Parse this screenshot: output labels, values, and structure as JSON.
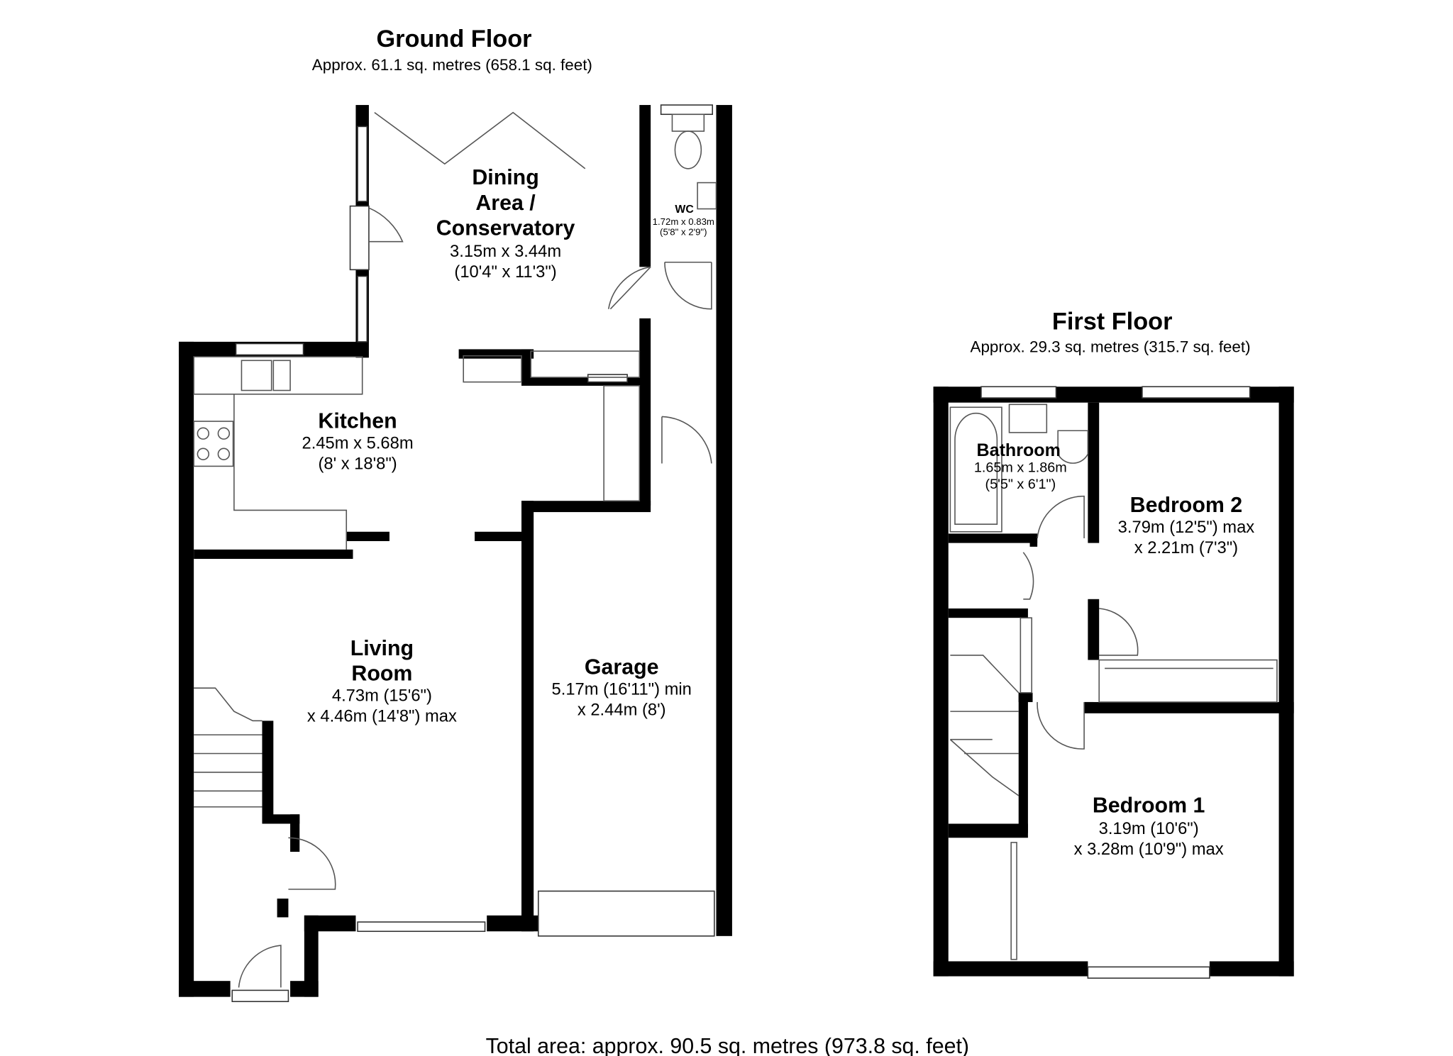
{
  "ground_floor": {
    "title": "Ground Floor",
    "area": "Approx. 61.1 sq. metres (658.1 sq. feet)",
    "rooms": [
      {
        "name_lines": [
          "Dining",
          "Area /",
          "Conservatory"
        ],
        "dim1": "3.15m x 3.44m",
        "dim2": "(10'4\" x 11'3\")"
      },
      {
        "name_lines": [
          "WC"
        ],
        "dim1": "1.72m x 0.83m",
        "dim2": "(5'8\" x 2'9\")"
      },
      {
        "name_lines": [
          "Kitchen"
        ],
        "dim1": "2.45m x 5.68m",
        "dim2": "(8' x 18'8\")"
      },
      {
        "name_lines": [
          "Living",
          "Room"
        ],
        "dim1": "4.73m (15'6\")",
        "dim2": "x 4.46m (14'8\") max"
      },
      {
        "name_lines": [
          "Garage"
        ],
        "dim1": "5.17m (16'11\") min",
        "dim2": "x 2.44m (8')"
      }
    ]
  },
  "first_floor": {
    "title": "First Floor",
    "area": "Approx. 29.3 sq. metres (315.7 sq. feet)",
    "rooms": [
      {
        "name_lines": [
          "Bathroom"
        ],
        "dim1": "1.65m x 1.86m",
        "dim2": "(5'5\" x 6'1\")"
      },
      {
        "name_lines": [
          "Bedroom 2"
        ],
        "dim1": "3.79m (12'5\") max",
        "dim2": "x 2.21m (7'3\")"
      },
      {
        "name_lines": [
          "Bedroom 1"
        ],
        "dim1": "3.19m (10'6\")",
        "dim2": "x 3.28m (10'9\") max"
      }
    ]
  },
  "total_area": "Total area: approx. 90.5 sq. metres (973.8 sq. feet)"
}
